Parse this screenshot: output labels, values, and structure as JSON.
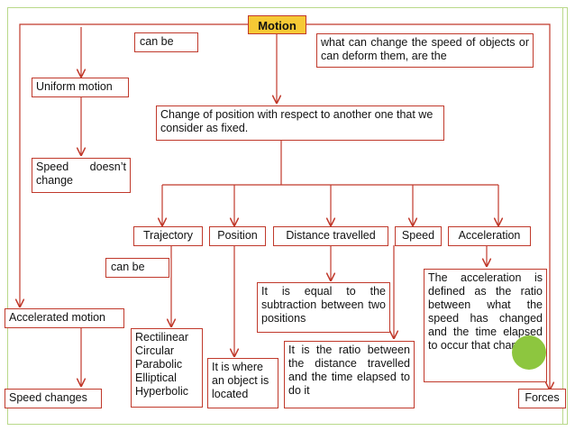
{
  "diagram": {
    "title": "Motion",
    "labels": {
      "can_be_top": "can be",
      "forces_intro": "what can change the speed of objects or can deform them, are the",
      "can_be_trajectory": "can be"
    },
    "nodes": {
      "uniform_motion": "Uniform motion",
      "change_of_position": "Change of position with respect to  another one that we consider as fixed.",
      "speed_doesnt_change": "Speed  doesn’t change",
      "trajectory": "Trajectory",
      "position": "Position",
      "distance_travelled": "Distance travelled",
      "speed": "Speed",
      "acceleration": "Acceleration",
      "accelerated_motion": "Accelerated motion",
      "speed_changes": "Speed changes",
      "forces": "Forces",
      "trajectory_types": [
        "Rectilinear",
        "Circular",
        "Parabolic",
        "Elliptical",
        "Hyperbolic"
      ],
      "position_def": "It is where an object is located",
      "distance_def": "It  is  equal  to  the subtraction  between two positions",
      "speed_def": "It is the ratio between the distance travelled and the time elapsed to do it",
      "acceleration_def": "The acceleration is defined as the ratio between what the speed has changed and the time elapsed to occur that change"
    },
    "colors": {
      "border": "#c0392b",
      "title_fill": "#f6c935",
      "accent_green": "#8dc63f"
    }
  }
}
